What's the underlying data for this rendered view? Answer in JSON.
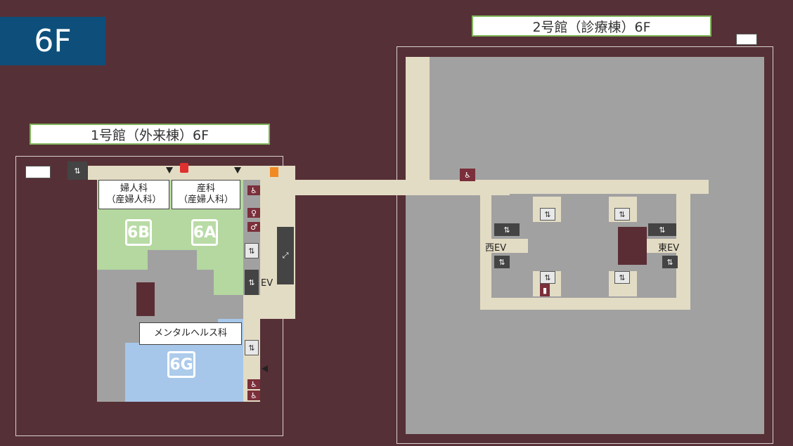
{
  "floor": "6F",
  "building1": {
    "label": "1号館（外来棟）6F"
  },
  "building2": {
    "label": "2号館（診療棟）6F"
  },
  "departments": {
    "gynecology": {
      "line1": "婦人科",
      "line2": "（産婦人科）"
    },
    "obstetrics": {
      "line1": "産科",
      "line2": "（産婦人科）"
    },
    "mental": {
      "label": "メンタルヘルス科"
    }
  },
  "wards": {
    "w6b": "6B",
    "w6a": "6A",
    "w6g": "6G"
  },
  "elevators": {
    "ev_top": "EV",
    "ev_mid": "EV",
    "west": "西EV",
    "east": "東EV"
  },
  "colors": {
    "background": "#563037",
    "badge": "#0d4f7a",
    "corridor": "#e3dcc4",
    "room": "#a1a1a1",
    "ward_green": "#b4d89f",
    "ward_blue": "#a7c7ea"
  }
}
